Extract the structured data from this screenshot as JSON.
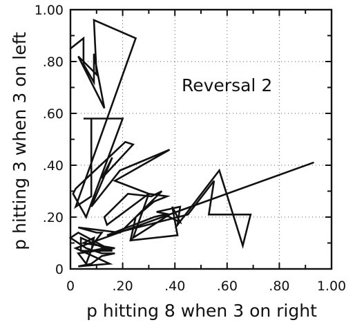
{
  "chart_data": {
    "type": "line",
    "title": "",
    "annotation": "Reversal 2",
    "xlabel": "p hitting 8 when 3 on right",
    "ylabel": "p hitting 3 when 3 on left",
    "xlim": [
      0,
      1.0
    ],
    "ylim": [
      0,
      1.0
    ],
    "x_ticks": [
      0,
      0.2,
      0.4,
      0.6,
      0.8,
      1.0
    ],
    "x_tick_labels": [
      "0",
      ".20",
      ".40",
      ".60",
      ".80",
      "1.00"
    ],
    "y_ticks": [
      0,
      0.2,
      0.4,
      0.6,
      0.8,
      1.0
    ],
    "y_tick_labels": [
      "0",
      ".20",
      ".40",
      ".60",
      ".80",
      "1.00"
    ],
    "grid": true,
    "series": [
      {
        "x": [
          0.0,
          0.05,
          0.05,
          0.09,
          0.09,
          0.13,
          0.03,
          0.1,
          0.09,
          0.25,
          0.02,
          0.08,
          0.08,
          0.05,
          0.2,
          0.06,
          0.01,
          0.02,
          0.21,
          0.24,
          0.12,
          0.16,
          0.08,
          0.19,
          0.38,
          0.17,
          0.3,
          0.14,
          0.13,
          0.22,
          0.31,
          0.35,
          0.25,
          0.32,
          0.37,
          0.3,
          0.24,
          0.38,
          0.33,
          0.42,
          0.41,
          0.57,
          0.66,
          0.69,
          0.53,
          0.55,
          0.45,
          0.14,
          0.32,
          0.36,
          0.42,
          0.39,
          0.41,
          0.23,
          0.25,
          0.19,
          0.03,
          0.1,
          0.12,
          0.09,
          0.06,
          0.03,
          0.17,
          0.05,
          0.09,
          0.08,
          0.13,
          0.04,
          0.04,
          0.16,
          0.03,
          0.0,
          0.06,
          0.12,
          0.17,
          0.12,
          0.08,
          0.03,
          0.15,
          0.02,
          0.93
        ],
        "y": [
          0.85,
          0.89,
          0.79,
          0.72,
          0.83,
          0.62,
          0.82,
          0.75,
          0.96,
          0.89,
          0.24,
          0.28,
          0.58,
          0.58,
          0.58,
          0.2,
          0.29,
          0.31,
          0.49,
          0.48,
          0.35,
          0.43,
          0.24,
          0.38,
          0.46,
          0.34,
          0.29,
          0.17,
          0.2,
          0.29,
          0.28,
          0.3,
          0.2,
          0.26,
          0.28,
          0.29,
          0.12,
          0.21,
          0.22,
          0.24,
          0.17,
          0.38,
          0.09,
          0.21,
          0.21,
          0.34,
          0.21,
          0.13,
          0.2,
          0.21,
          0.18,
          0.24,
          0.13,
          0.11,
          0.2,
          0.14,
          0.16,
          0.14,
          0.14,
          0.1,
          0.02,
          0.06,
          0.08,
          0.1,
          0.12,
          0.07,
          0.08,
          0.12,
          0.07,
          0.07,
          0.14,
          0.12,
          0.08,
          0.06,
          0.06,
          0.05,
          0.02,
          0.01,
          0.02,
          0.08,
          0.41
        ]
      }
    ]
  }
}
